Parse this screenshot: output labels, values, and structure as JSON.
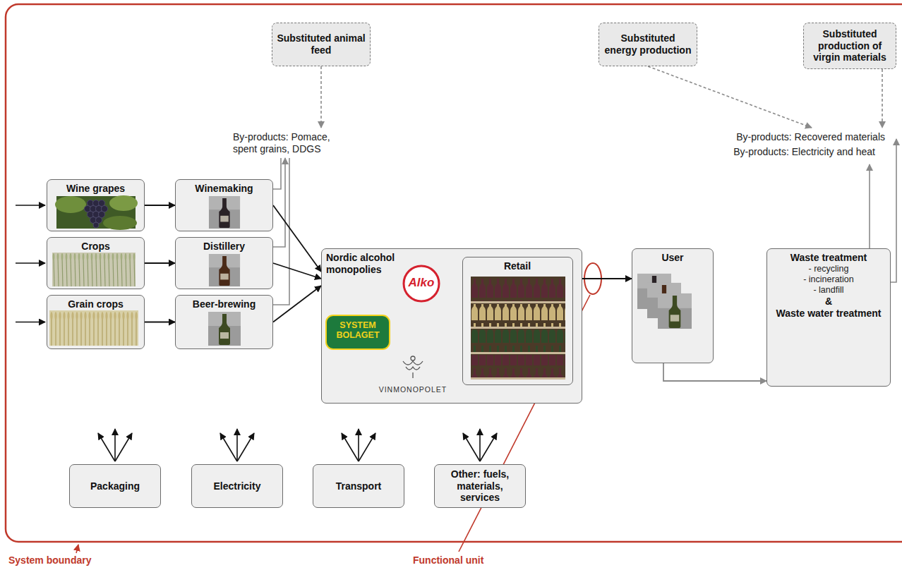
{
  "diagram": {
    "nodes": [
      {
        "text": [
          "Substituted animal feed"
        ]
      },
      {
        "text": [
          "Substituted energy production"
        ]
      },
      {
        "text": [
          "Substituted production of virgin materials"
        ]
      },
      {
        "text": [
          "Wine grapes"
        ]
      },
      {
        "text": [
          "Winemaking"
        ]
      },
      {
        "text": [
          "Crops"
        ]
      },
      {
        "text": [
          "Distillery"
        ]
      },
      {
        "text": [
          "Grain crops"
        ]
      },
      {
        "text": [
          "Beer-brewing"
        ]
      },
      {
        "text": [
          "Nordic alcohol monopolies"
        ]
      },
      {
        "text": [
          "Retail"
        ],
        "in": 9
      },
      {
        "text": [
          "User"
        ]
      },
      {
        "text": [
          "Waste treatment",
          "- recycling",
          "- incineration",
          "- landfill",
          "&",
          "Waste water treatment"
        ]
      },
      {
        "text": [
          "Packaging"
        ]
      },
      {
        "text": [
          "Electricity"
        ]
      },
      {
        "text": [
          "Transport"
        ]
      },
      {
        "text": [
          "Other: fuels, materials, services"
        ]
      }
    ],
    "edges": [
      {
        "from": 3,
        "to": 4,
        "arrow": "to"
      },
      {
        "from": 5,
        "to": 6,
        "arrow": "to"
      },
      {
        "from": 7,
        "to": 8,
        "arrow": "to"
      },
      {
        "from": 4,
        "to": 9,
        "arrow": "to"
      },
      {
        "from": 6,
        "to": 9,
        "arrow": "to"
      },
      {
        "from": 8,
        "to": 9,
        "arrow": "to"
      },
      {
        "from": 9,
        "to": 11,
        "arrow": "to"
      },
      {
        "from": 11,
        "to": 12,
        "arrow": "to"
      }
    ],
    "labels": [
      "By-products: Pomace, spent grains, DDGS",
      "By-products: Recovered materials",
      "By-products: Electricity and heat",
      "SYSTEM BOLAGET",
      "Alko",
      "VINMONOPOLET",
      "System boundary",
      "Functional unit"
    ]
  }
}
